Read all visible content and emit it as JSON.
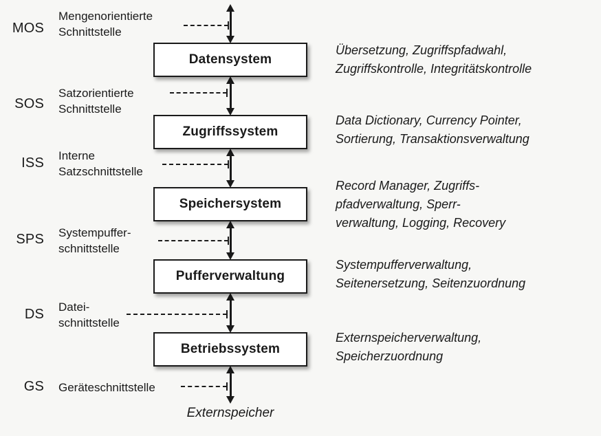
{
  "interfaces": [
    {
      "abbr": "MOS",
      "label": "Mengenorientierte\nSchnittstelle"
    },
    {
      "abbr": "SOS",
      "label": "Satzorientierte\nSchnittstelle"
    },
    {
      "abbr": "ISS",
      "label": "Interne\nSatzschnittstelle"
    },
    {
      "abbr": "SPS",
      "label": "Systempuffer-\nschnittstelle"
    },
    {
      "abbr": "DS",
      "label": "Datei-\nschnittstelle"
    },
    {
      "abbr": "GS",
      "label": "Geräteschnittstelle"
    }
  ],
  "layers": [
    {
      "name": "Datensystem",
      "functions": "Übersetzung, Zugriffspfadwahl,\nZugriffskontrolle, Integritätskontrolle"
    },
    {
      "name": "Zugriffssystem",
      "functions": "Data Dictionary, Currency Pointer,\nSortierung, Transaktionsverwaltung"
    },
    {
      "name": "Speichersystem",
      "functions": "Record Manager, Zugriffs-\npfadverwaltung, Sperr-\nverwaltung, Logging, Recovery"
    },
    {
      "name": "Pufferverwaltung",
      "functions": "Systempufferverwaltung,\nSeitenersetzung, Seitenzuordnung"
    },
    {
      "name": "Betriebssystem",
      "functions": "Externspeicherverwaltung,\nSpeicherzuordnung"
    }
  ],
  "bottom_label": "Externspeicher",
  "colors": {
    "background": "#f7f7f5",
    "box_fill": "#ffffff",
    "line": "#1a1a1a"
  }
}
